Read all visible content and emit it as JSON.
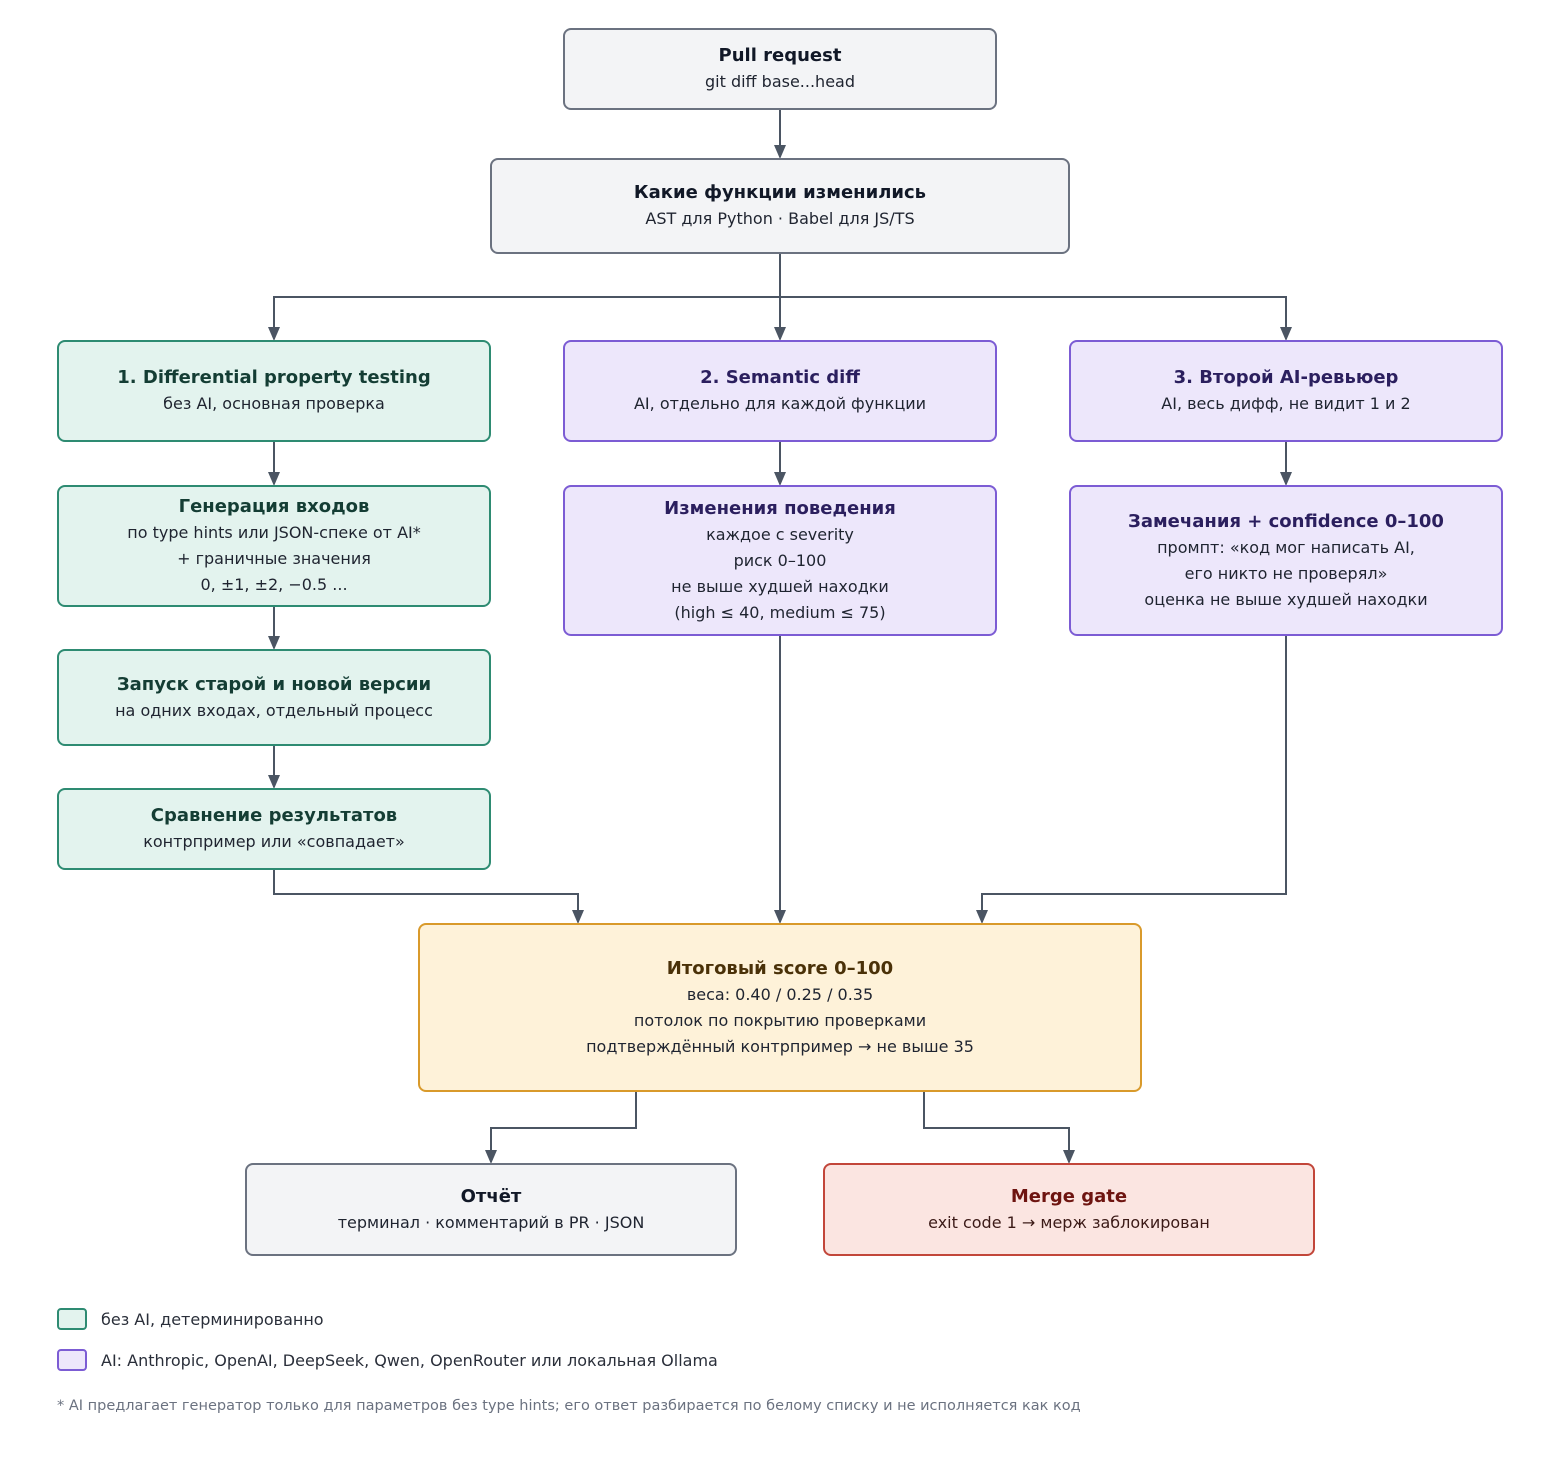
{
  "nodes": {
    "pr": {
      "title": "Pull request",
      "lines": [
        "git diff base...head"
      ]
    },
    "funcs": {
      "title": "Какие функции изменились",
      "lines": [
        "AST для Python · Babel для JS/TS"
      ]
    },
    "dpt": {
      "title": "1. Differential property testing",
      "lines": [
        "без AI, основная проверка"
      ]
    },
    "semantic": {
      "title": "2. Semantic diff",
      "lines": [
        "AI, отдельно для каждой функции"
      ]
    },
    "reviewer": {
      "title": "3. Второй AI-ревьюер",
      "lines": [
        "AI, весь дифф, не видит 1 и 2"
      ]
    },
    "gen": {
      "title": "Генерация входов",
      "lines": [
        "по type hints или JSON-спеке от AI*",
        "+ граничные значения",
        "0, ±1, ±2, −0.5 ..."
      ]
    },
    "behavior": {
      "title": "Изменения поведения",
      "lines": [
        "каждое с severity",
        "риск 0–100",
        "не выше худшей находки",
        "(high ≤ 40, medium ≤ 75)"
      ]
    },
    "remarks": {
      "title": "Замечания + confidence 0–100",
      "lines": [
        "промпт: «код мог написать AI,",
        "его никто не проверял»",
        "оценка не выше худшей находки"
      ]
    },
    "run": {
      "title": "Запуск старой и новой версии",
      "lines": [
        "на одних входах, отдельный процесс"
      ]
    },
    "compare": {
      "title": "Сравнение результатов",
      "lines": [
        "контрпример или «совпадает»"
      ]
    },
    "score": {
      "title": "Итоговый score 0–100",
      "lines": [
        "веса: 0.40 / 0.25 / 0.35",
        "потолок по покрытию проверками",
        "подтверждённый контрпример → не выше 35"
      ]
    },
    "report": {
      "title": "Отчёт",
      "lines": [
        "терминал · комментарий в PR · JSON"
      ]
    },
    "gate": {
      "title": "Merge gate",
      "lines": [
        "exit code 1 → мерж заблокирован"
      ]
    }
  },
  "legend": {
    "deterministic": "без AI, детерминированно",
    "ai": "AI: Anthropic, OpenAI, DeepSeek, Qwen, OpenRouter или локальная Ollama"
  },
  "footnote": "* AI предлагает генератор только для параметров без type hints; его ответ разбирается по белому списку и не исполняется как код",
  "colors": {
    "neutral": "#f3f4f6",
    "deterministic": "#e3f3ee",
    "ai": "#ede7fb",
    "score": "#fef2d9",
    "gate": "#fbe5e1",
    "connector": "#4b5563"
  }
}
